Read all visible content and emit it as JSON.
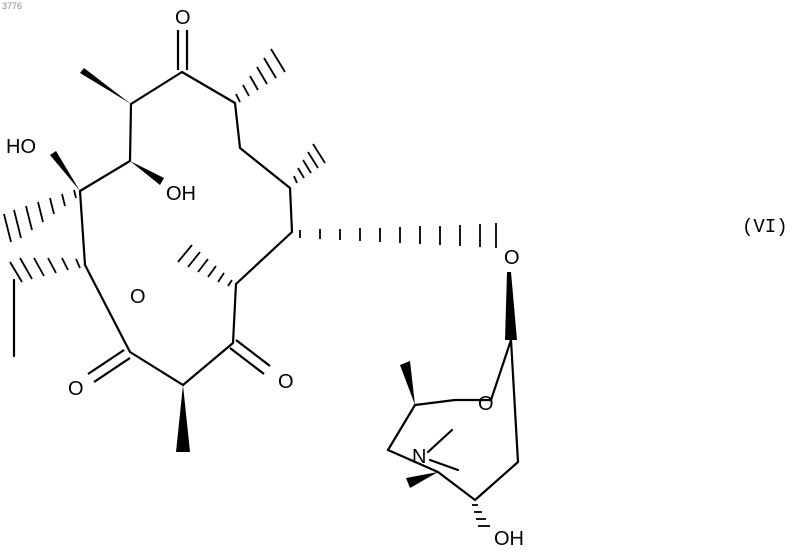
{
  "page_stamp": "3776",
  "compound_label": "(VI)",
  "atoms": {
    "ketone_o_top": "O",
    "ho_left": "HO",
    "oh_mid": "OH",
    "ring_o": "O",
    "glycoside_o": "O",
    "lactone_o": "O",
    "ketone_o_right": "O",
    "sugar_ring_o": "O",
    "amine_n": "N",
    "sugar_oh": "OH"
  }
}
